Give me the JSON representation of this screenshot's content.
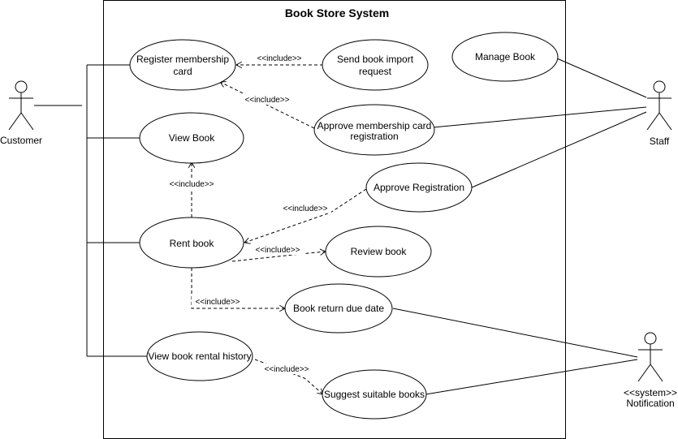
{
  "system": {
    "title": "Book Store System"
  },
  "use_cases": {
    "register": [
      "Register membership",
      "card"
    ],
    "send_import": [
      "Send book import",
      "request"
    ],
    "manage_book": [
      "Manage Book"
    ],
    "approve_card": [
      "Approve membership card",
      "registration"
    ],
    "view_book": [
      "View Book"
    ],
    "approve_registration": [
      "Approve Registration"
    ],
    "rent_book": [
      "Rent book"
    ],
    "review_book": [
      "Review book"
    ],
    "return_due": [
      "Book return due date"
    ],
    "rental_history": [
      "View book rental history"
    ],
    "suggest_books": [
      "Suggest suitable books"
    ]
  },
  "include_label": "<<include>>",
  "actors": {
    "customer": [
      "Customer"
    ],
    "staff": [
      "Staff"
    ],
    "notification": [
      "<<system>>",
      "Notification"
    ]
  }
}
